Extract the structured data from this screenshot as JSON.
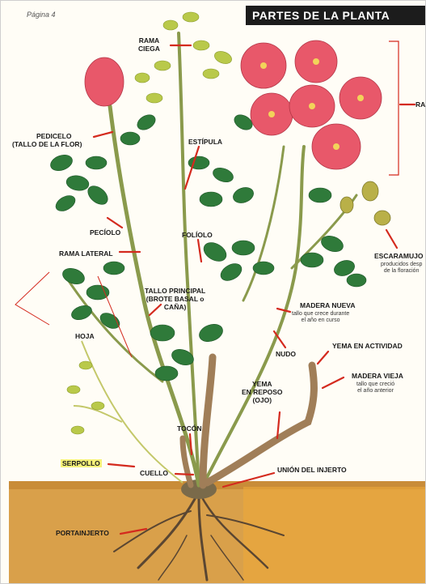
{
  "page": {
    "page_number": "Página 4",
    "title": "PARTES DE LA PLANTA"
  },
  "labels": {
    "rama_ciega": [
      "RAMA",
      "CIEGA"
    ],
    "pedicelo": [
      "PEDICELO",
      "(TALLO DE LA FLOR)"
    ],
    "estipula": "ESTÍPULA",
    "peciolo": "PECÍOLO",
    "foliolo": "FOLÍOLO",
    "rama_lateral": "RAMA LATERAL",
    "hoja": "HOJA",
    "tallo_principal": [
      "TALLO PRINCIPAL",
      "(BROTE BASAL o",
      "CAÑA)"
    ],
    "ramillete": "RA",
    "escaramujo": "ESCARAMUJO",
    "escaramujo_desc": [
      "producidos desp",
      "de la floración"
    ],
    "madera_nueva": "MADERA NUEVA",
    "madera_nueva_desc": [
      "tallo que crece durante",
      "el año en curso"
    ],
    "nudo": "NUDO",
    "yema_actividad": "YEMA EN ACTIVIDAD",
    "madera_vieja": "MADERA VIEJA",
    "madera_vieja_desc": [
      "tallo que creció",
      "el año anterior"
    ],
    "yema_reposo": [
      "YEMA",
      "EN REPOSO",
      "(OJO)"
    ],
    "tocon": "TOCÓN",
    "serpollo": "SERPOLLO",
    "cuello": "CUELLO",
    "union_injerto": "UNIÓN DEL INJERTO",
    "portainjerto": "PORTAINJERTO"
  },
  "colors": {
    "title_bg": "#1c1c1c",
    "pointer": "#d42a1e",
    "soil": "#d9a04a",
    "leaf": "#2f7a3a",
    "rose": "#e8586a",
    "stem": "#8a9a4c",
    "highlight": "#f6f27a"
  }
}
